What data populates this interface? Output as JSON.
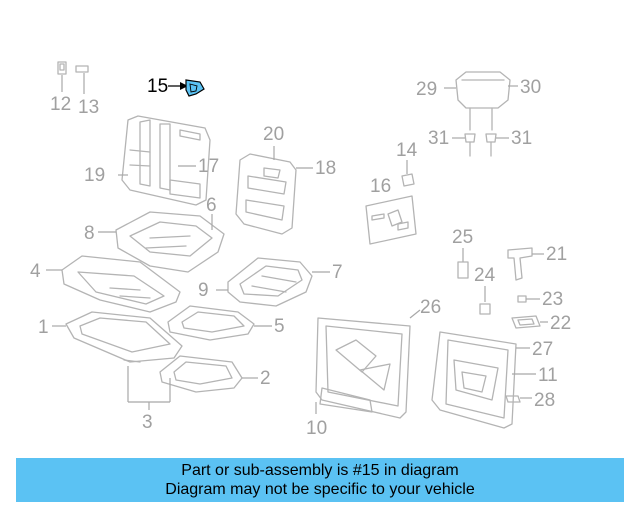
{
  "highlight_color": "#5bc2f3",
  "parts_color": "#b4b4b4",
  "callouts": {
    "c1": "1",
    "c2": "2",
    "c3": "3",
    "c4": "4",
    "c5": "5",
    "c6": "6",
    "c7": "7",
    "c8": "8",
    "c9": "9",
    "c10": "10",
    "c11": "11",
    "c12": "12",
    "c13": "13",
    "c14": "14",
    "c15": "15",
    "c16": "16",
    "c17": "17",
    "c18": "18",
    "c19": "19",
    "c20": "20",
    "c21": "21",
    "c22": "22",
    "c23": "23",
    "c24": "24",
    "c25": "25",
    "c26": "26",
    "c27": "27",
    "c28": "28",
    "c29": "29",
    "c30": "30",
    "c31a": "31",
    "c31b": "31"
  },
  "banner": {
    "line1": "Part or sub-assembly is #15 in diagram",
    "line2": "Diagram may not be specific to your vehicle"
  }
}
